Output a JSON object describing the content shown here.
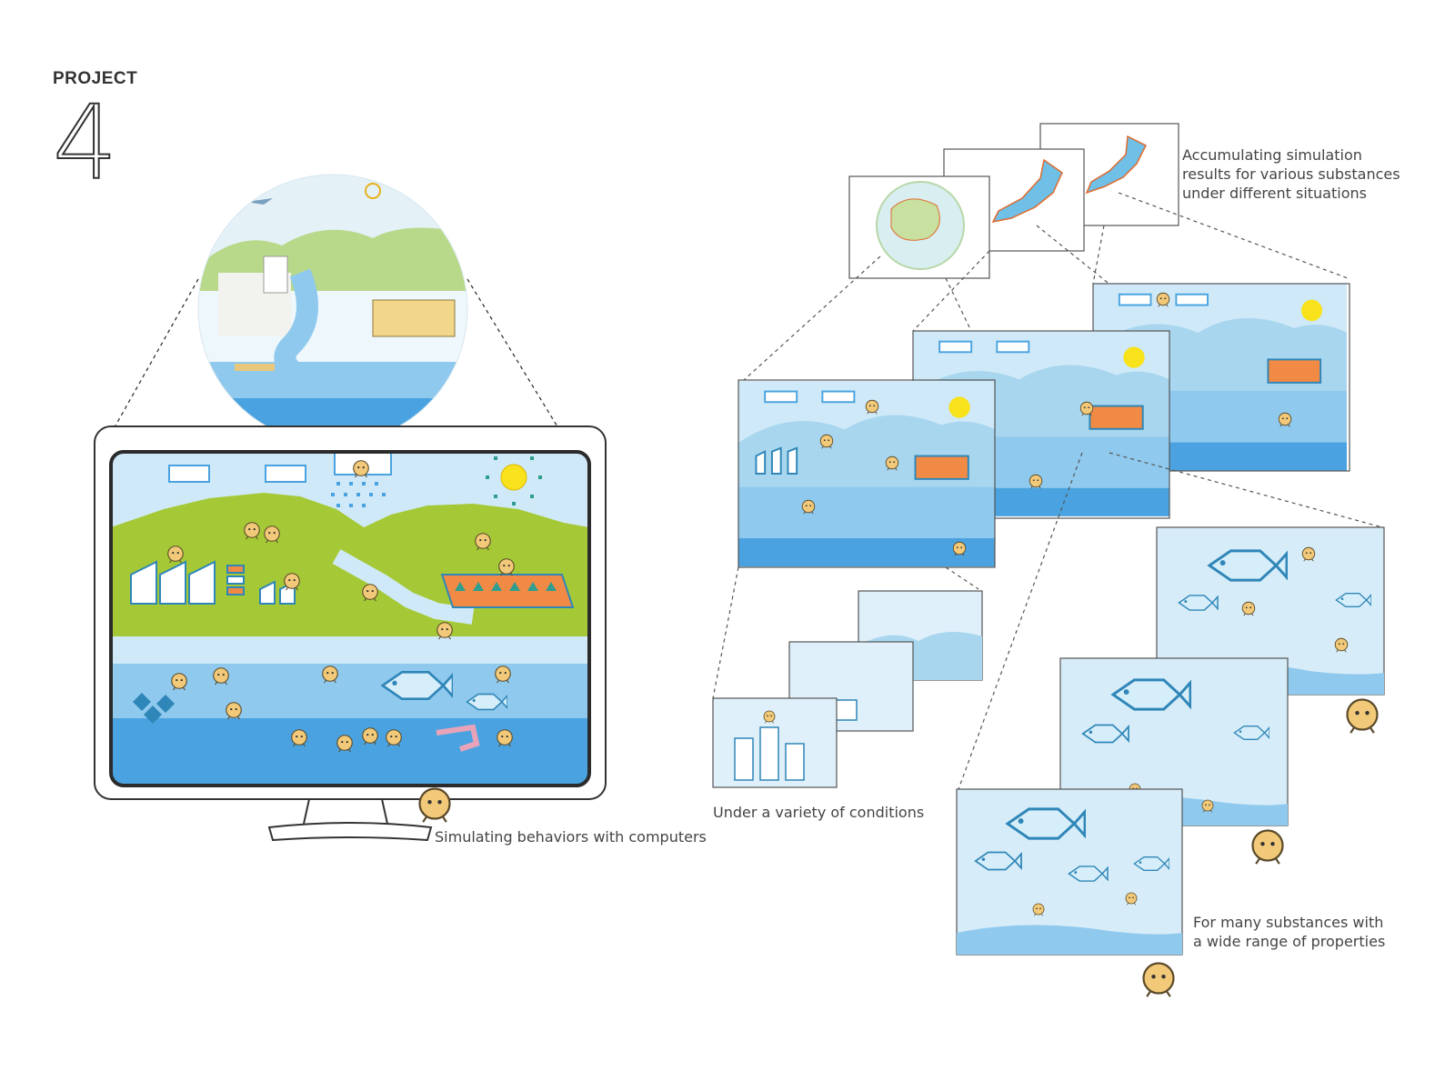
{
  "header": {
    "project_label": "PROJECT",
    "project_number": "4"
  },
  "captions": {
    "computer": "Simulating behaviors with computers",
    "accumulating": "Accumulating simulation\nresults for various substances\nunder different situations",
    "conditions": "Under a variety of conditions",
    "substances": "For many substances with\na wide range of properties"
  },
  "colors": {
    "sky": "#cfe9f8",
    "hill_green": "#a5c936",
    "water": "#8fc9ee",
    "deep_water": "#4aa3e0",
    "sun": "#f7e21b",
    "outline": "#3a3a3a",
    "character": "#f2c978",
    "pink": "#e9a3b8",
    "orange": "#f08a44"
  }
}
